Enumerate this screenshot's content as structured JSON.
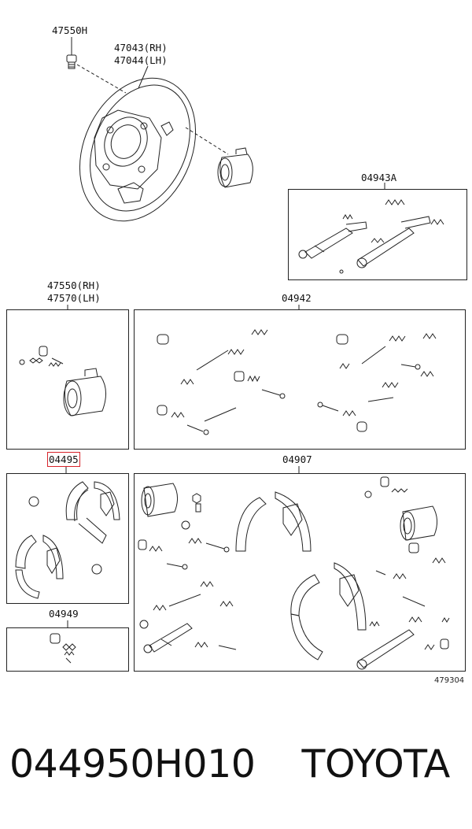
{
  "labels": {
    "bolt": "47550H",
    "backing_plate_rh": "47043(RH)",
    "backing_plate_lh": "47044(LH)",
    "adjuster_kit": "04943A",
    "wheel_cyl_rh": "47550(RH)",
    "wheel_cyl_lh": "47570(LH)",
    "spring_kit": "04942",
    "shoe_kit": "04495",
    "cylinder_kit": "04907",
    "cup_kit": "04949"
  },
  "reference_number": "479304",
  "footer": {
    "part_number": "044950H010",
    "brand": "TOYOTA"
  },
  "colors": {
    "highlight": "#d8232a",
    "line": "#222222"
  }
}
